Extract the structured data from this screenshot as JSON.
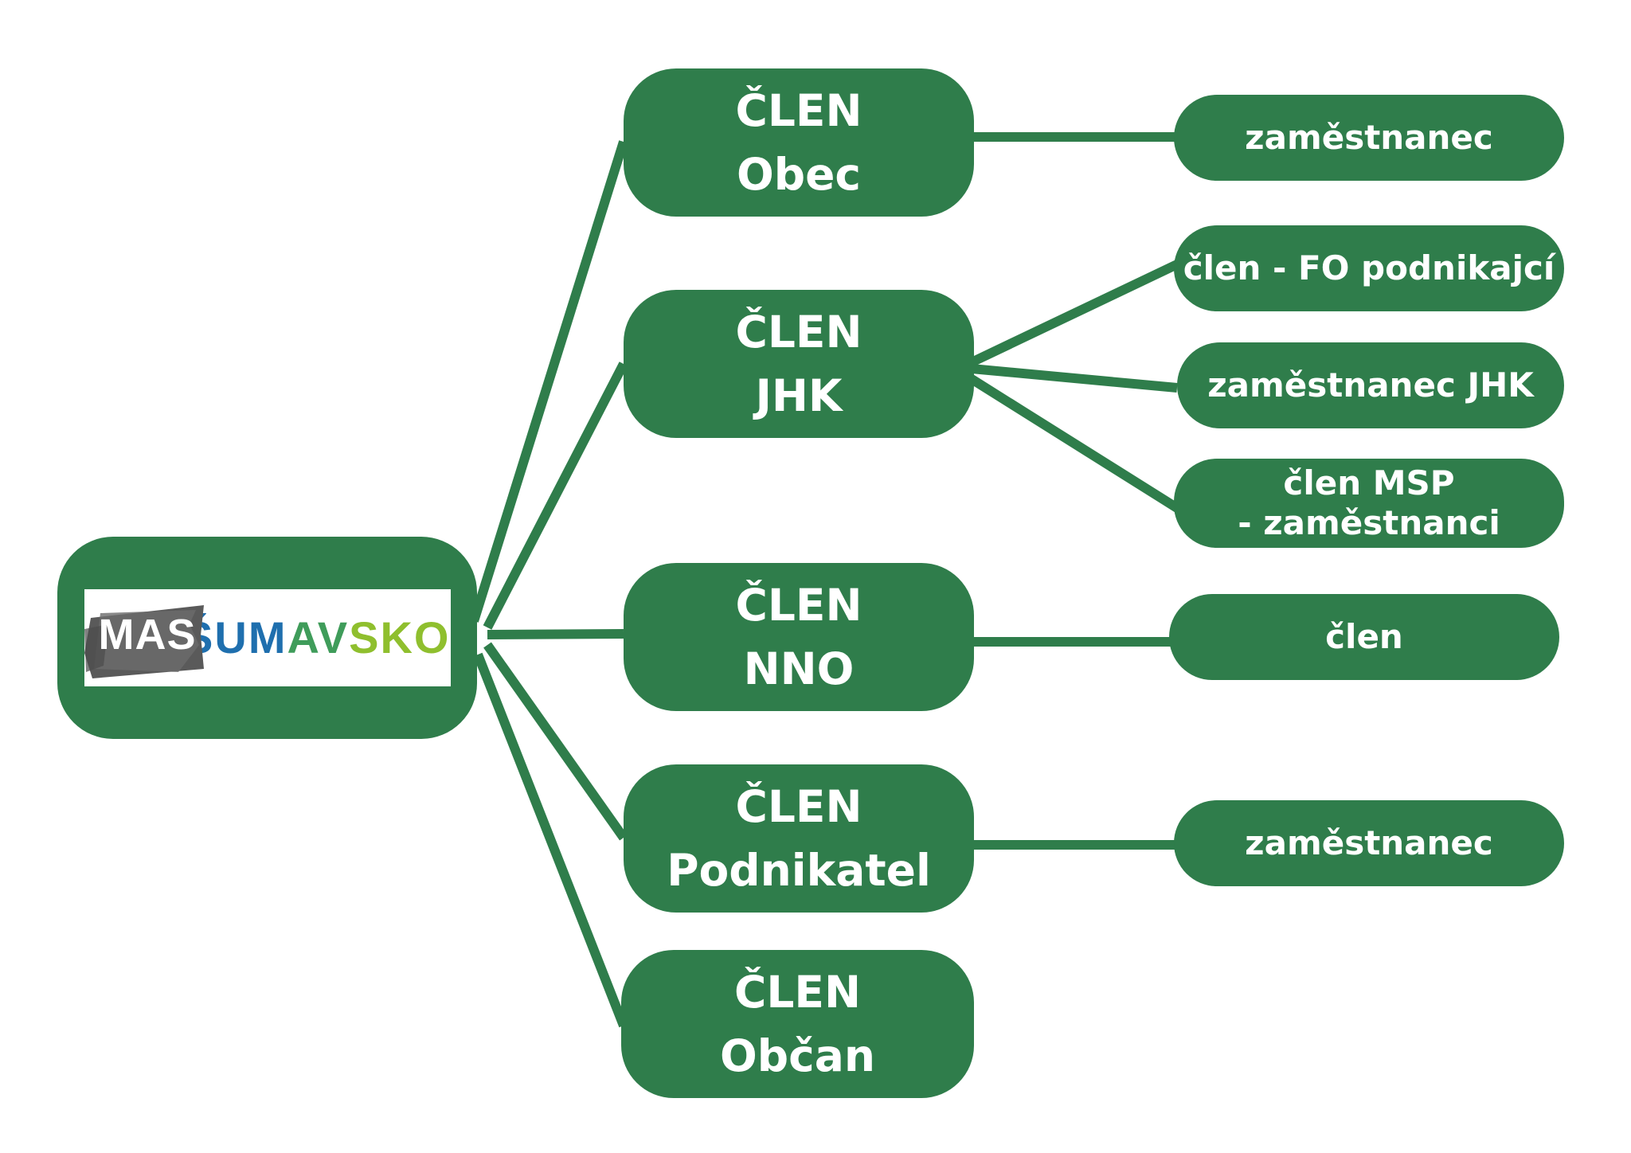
{
  "colors": {
    "node_fill": "#2f7d4b",
    "connector": "#2f7d4b",
    "text": "#ffffff"
  },
  "root": {
    "logo_mas": "MAS",
    "logo_sumavsko_a": "ŠUM",
    "logo_sumavsko_b": "AV",
    "logo_sumavsko_c": "SKO"
  },
  "members": [
    {
      "line1": "ČLEN",
      "line2": "Obec"
    },
    {
      "line1": "ČLEN",
      "line2": "JHK"
    },
    {
      "line1": "ČLEN",
      "line2": "NNO"
    },
    {
      "line1": "ČLEN",
      "line2": "Podnikatel"
    },
    {
      "line1": "ČLEN",
      "line2": "Občan"
    }
  ],
  "leaves": [
    {
      "line1": "zaměstnanec"
    },
    {
      "line1": "člen - FO podnikajcí"
    },
    {
      "line1": "zaměstnanec JHK"
    },
    {
      "line1": "člen MSP",
      "line2": "- zaměstnanci"
    },
    {
      "line1": "člen"
    },
    {
      "line1": "zaměstnanec"
    }
  ]
}
